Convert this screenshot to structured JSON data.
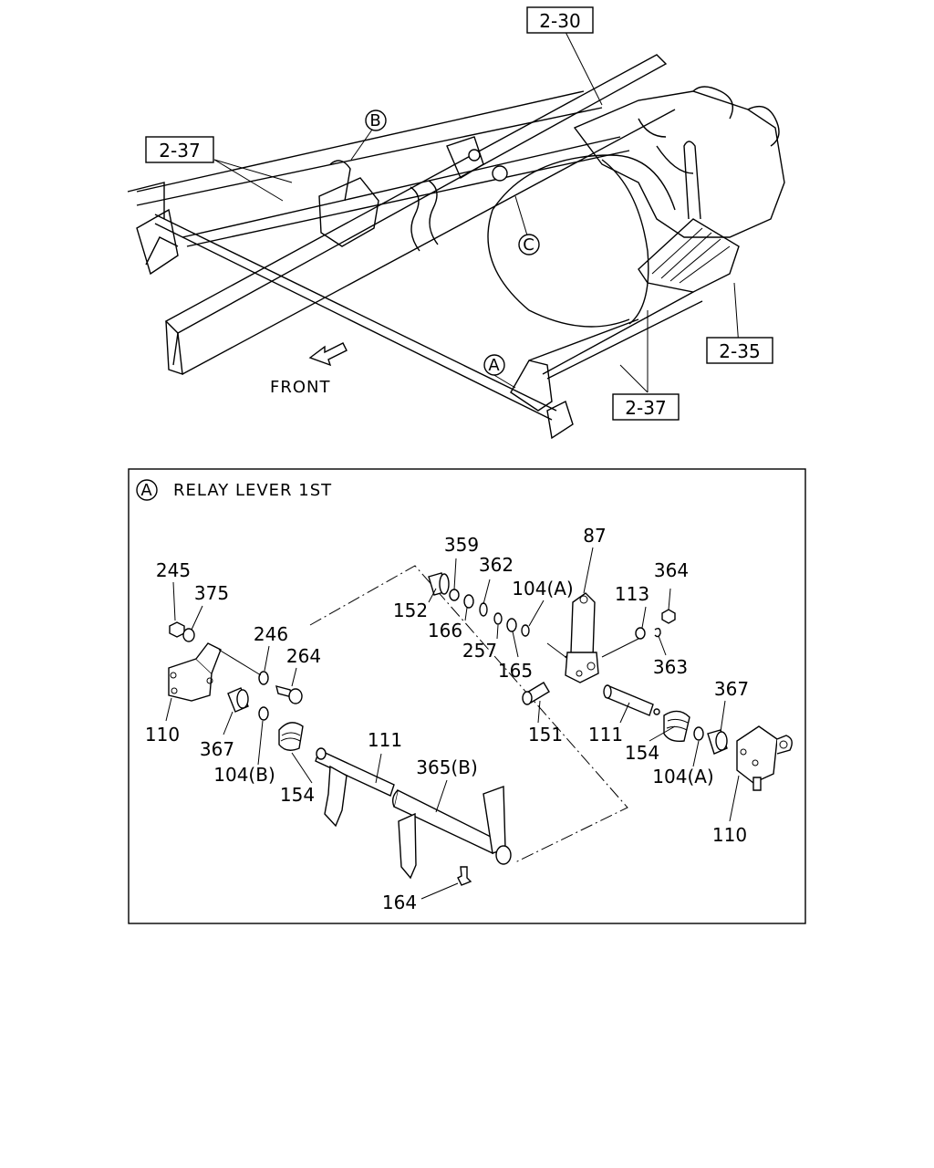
{
  "overview": {
    "front_label": "FRONT",
    "callouts": [
      {
        "id": "ref-2-30",
        "text": "2-30"
      },
      {
        "id": "ref-2-37-top",
        "text": "2-37"
      },
      {
        "id": "ref-2-35",
        "text": "2-35"
      },
      {
        "id": "ref-2-37-bottom",
        "text": "2-37"
      }
    ],
    "circles": {
      "a": "A",
      "b": "B",
      "c": "C"
    }
  },
  "detail": {
    "circle": "A",
    "title": "RELAY LEVER 1ST",
    "parts": [
      {
        "id": "p245",
        "text": "245"
      },
      {
        "id": "p375",
        "text": "375"
      },
      {
        "id": "p246",
        "text": "246"
      },
      {
        "id": "p264",
        "text": "264"
      },
      {
        "id": "p110-left",
        "text": "110"
      },
      {
        "id": "p367-left",
        "text": "367"
      },
      {
        "id": "p104b",
        "text": "104(B)"
      },
      {
        "id": "p154-left",
        "text": "154"
      },
      {
        "id": "p111-left",
        "text": "111"
      },
      {
        "id": "p365b",
        "text": "365(B)"
      },
      {
        "id": "p164",
        "text": "164"
      },
      {
        "id": "p359",
        "text": "359"
      },
      {
        "id": "p362",
        "text": "362"
      },
      {
        "id": "p152",
        "text": "152"
      },
      {
        "id": "p166",
        "text": "166"
      },
      {
        "id": "p257",
        "text": "257"
      },
      {
        "id": "p104a-top",
        "text": "104(A)"
      },
      {
        "id": "p165",
        "text": "165"
      },
      {
        "id": "p87",
        "text": "87"
      },
      {
        "id": "p113",
        "text": "113"
      },
      {
        "id": "p364",
        "text": "364"
      },
      {
        "id": "p363",
        "text": "363"
      },
      {
        "id": "p151",
        "text": "151"
      },
      {
        "id": "p111-right",
        "text": "111"
      },
      {
        "id": "p367-right",
        "text": "367"
      },
      {
        "id": "p154-right",
        "text": "154"
      },
      {
        "id": "p104a-bottom",
        "text": "104(A)"
      },
      {
        "id": "p110-right",
        "text": "110"
      }
    ]
  }
}
